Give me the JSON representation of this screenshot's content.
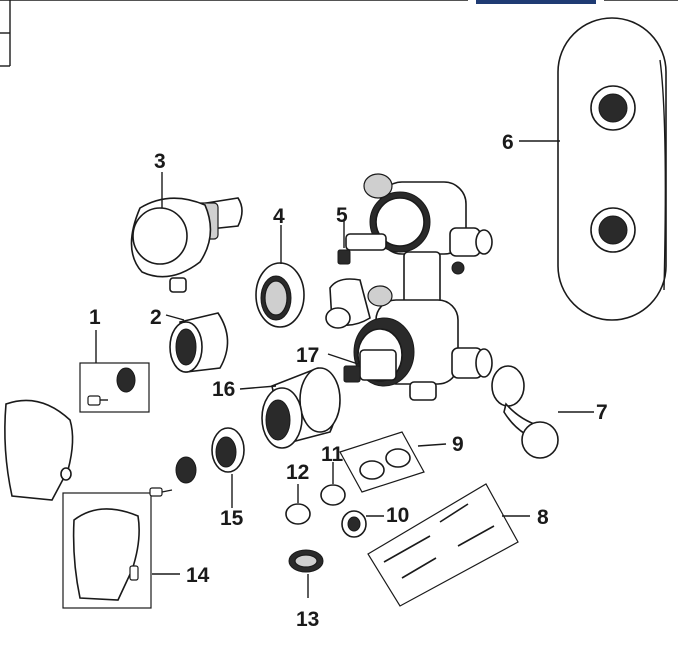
{
  "diagram": {
    "labels": {
      "p1": "1",
      "p2": "2",
      "p3": "3",
      "p4": "4",
      "p5": "5",
      "p6": "6",
      "p7": "7",
      "p8": "8",
      "p9": "9",
      "p10": "10",
      "p11": "11",
      "p12": "12",
      "p13": "13",
      "p14": "14",
      "p15": "15",
      "p16": "16",
      "p17": "17"
    },
    "colors": {
      "ink": "#1a1a1a",
      "accent_bar": "#1f3b73"
    }
  }
}
